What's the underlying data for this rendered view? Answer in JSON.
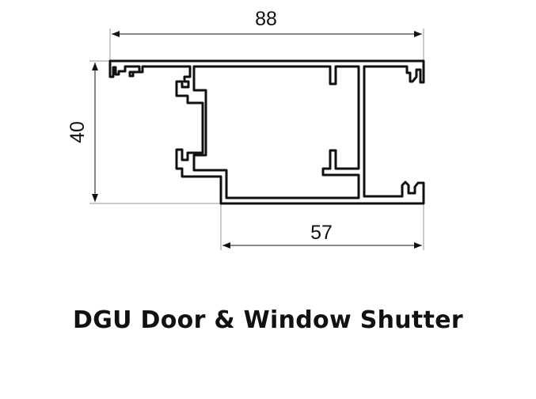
{
  "dimensions": {
    "width": "88",
    "height": "40",
    "bottom_width": "57"
  },
  "title": "DGU Door & Window Shutter"
}
